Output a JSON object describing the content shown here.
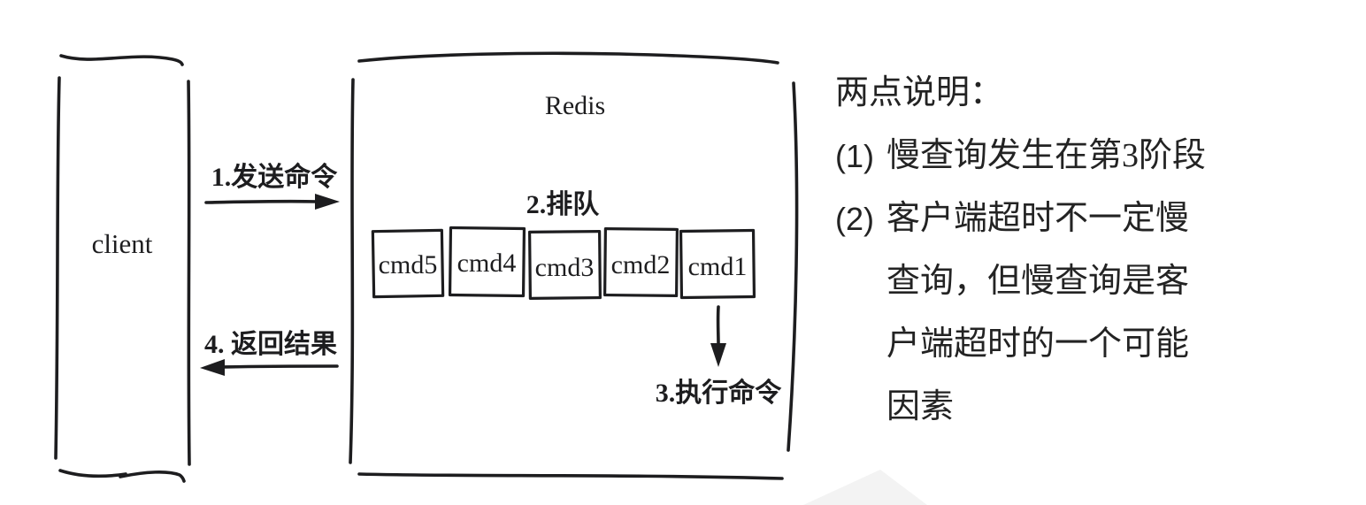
{
  "diagram": {
    "client_label": "client",
    "redis_label": "Redis",
    "queue_label": "2.排队",
    "queue_items": [
      "cmd5",
      "cmd4",
      "cmd3",
      "cmd2",
      "cmd1"
    ],
    "arrow_send_label": "1.发送命令",
    "arrow_return_label": "4. 返回结果",
    "arrow_execute_label": "3.执行命令"
  },
  "notes": {
    "heading": "两点说明：",
    "items": [
      {
        "number": "(1)",
        "lines": [
          "慢查询发生在第3阶段"
        ]
      },
      {
        "number": "(2)",
        "lines": [
          "客户端超时不一定慢",
          "查询，但慢查询是客",
          "户端超时的一个可能",
          "因素"
        ]
      }
    ]
  },
  "colors": {
    "ink": "#1d1d1f",
    "background": "#ffffff",
    "note_text": "#232323"
  }
}
